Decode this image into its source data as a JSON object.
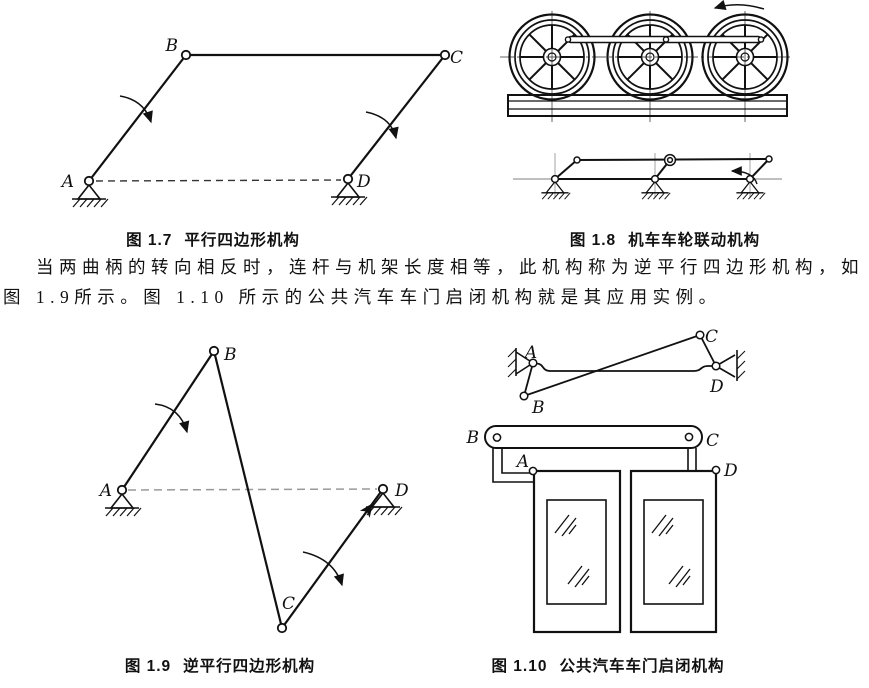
{
  "page": {
    "background": "#ffffff",
    "ink": "#111111",
    "muted": "#999999"
  },
  "paragraph": {
    "line1": "当两曲柄的转向相反时，连杆与机架长度相等，此机构称为逆平行四边形机构，如",
    "line2": "图 1.9所示。图 1.10 所示的公共汽车车门启闭机构就是其应用实例。"
  },
  "figures": {
    "fig17": {
      "number": "图 1.7",
      "title": "平行四边形机构",
      "labels": {
        "A": "A",
        "B": "B",
        "C": "C",
        "D": "D"
      }
    },
    "fig18": {
      "number": "图 1.8",
      "title": "机车车轮联动机构"
    },
    "fig19": {
      "number": "图 1.9",
      "title": "逆平行四边形机构",
      "labels": {
        "A": "A",
        "B": "B",
        "C": "C",
        "D": "D"
      }
    },
    "fig110": {
      "number": "图 1.10",
      "title": "公共汽车车门启闭机构",
      "schematic_labels": {
        "A": "A",
        "B": "B",
        "C": "C",
        "D": "D"
      },
      "door_labels": {
        "A": "A",
        "B": "B",
        "C": "C",
        "D": "D"
      }
    }
  }
}
